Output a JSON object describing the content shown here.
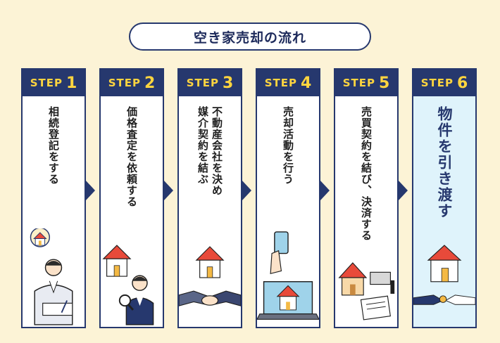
{
  "title": "空き家売却の流れ",
  "step_word": "STEP",
  "colors": {
    "background": "#fcf3d6",
    "navy": "#26386e",
    "accent_yellow": "#ffd53f",
    "final_bg": "#dff3fb"
  },
  "steps": [
    {
      "number": "1",
      "label": "相続登記をする",
      "icon": "person-writing-house-icon"
    },
    {
      "number": "2",
      "label": "価格査定を依頼する",
      "icon": "appraiser-magnifier-house-icon"
    },
    {
      "number": "3",
      "label": "不動産会社を決め\n媒介契約を結ぶ",
      "icon": "handshake-house-icon"
    },
    {
      "number": "4",
      "label": "売却活動を行う",
      "icon": "laptop-phone-house-icon"
    },
    {
      "number": "5",
      "label": "売買契約を結び、決済する",
      "icon": "house-money-contract-icon"
    },
    {
      "number": "6",
      "label": "物件を引き渡す",
      "icon": "key-handover-house-icon"
    }
  ]
}
